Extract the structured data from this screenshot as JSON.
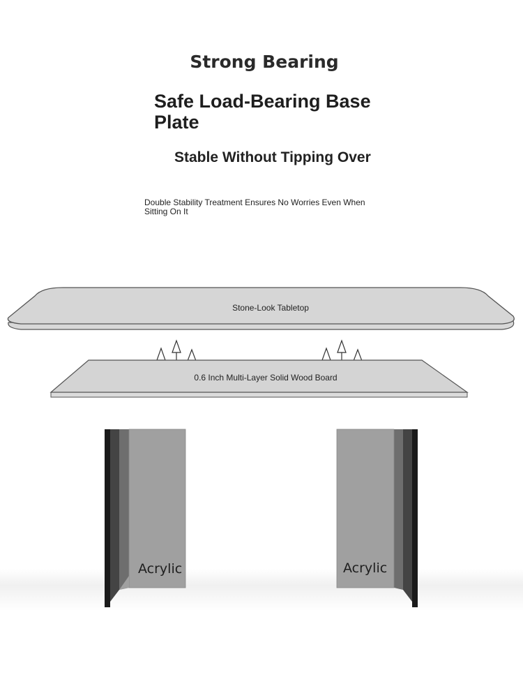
{
  "headline": "Strong Bearing",
  "subheadline": "Safe Load-Bearing Base Plate",
  "tagline": "Stable Without Tipping Over",
  "description": "Double Stability Treatment Ensures No Worries Even When Sitting On It",
  "diagram": {
    "tabletop_label": "Stone-Look Tabletop",
    "board_label": "0.6 Inch Multi-Layer Solid Wood Board",
    "left_leg_label": "Acrylic",
    "right_leg_label": "Acrylic"
  }
}
